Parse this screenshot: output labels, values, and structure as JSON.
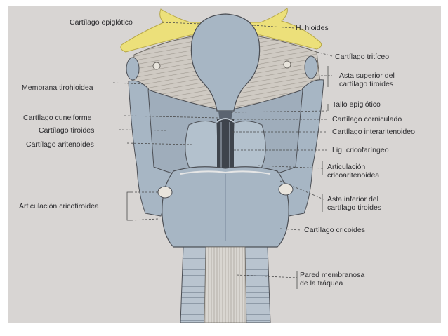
{
  "colors": {
    "paper": "#d8d5d3",
    "cartilage": "#a7b6c4",
    "cartilage_shadow": "#8797a8",
    "bone_yellow": "#ece07a",
    "membrane": "#c9c4bd",
    "outline": "#4c4f55",
    "leader": "#4a4a4a"
  },
  "icons": [
    "larynx-posterior-view-illustration"
  ],
  "labels": {
    "cartilago_epiglotico": "Cartílago epiglótico",
    "h_hioides": "H. hioides",
    "cartilago_triticeo": "Cartílago tritíceo",
    "asta_superior_1": "Asta superior del",
    "asta_superior_2": "cartílago tiroides",
    "membrana_tirohioidea": "Membrana tirohioidea",
    "tallo_epiglotico": "Tallo epiglótico",
    "cartilago_cuneiforme": "Cartílago cuneiforme",
    "cartilago_corniculado": "Cartílago corniculado",
    "cartilago_tiroides": "Cartílago tiroides",
    "cartilago_interaritenoideo": "Cartílago interaritenoideo",
    "cartilago_aritenoides": "Cartílago aritenoides",
    "lig_cricofaringeo": "Lig. cricofaríngeo",
    "articulacion_cricoaritenoidea_1": "Articulación",
    "articulacion_cricoaritenoidea_2": "cricoaritenoidea",
    "articulacion_cricotiroidea": "Articulación cricotiroidea",
    "asta_inferior_1": "Asta inferior del",
    "asta_inferior_2": "cartílago tiroides",
    "cartilago_cricoides": "Cartílago cricoides",
    "pared_membranosa_1": "Pared membranosa",
    "pared_membranosa_2": "de la tráquea"
  }
}
